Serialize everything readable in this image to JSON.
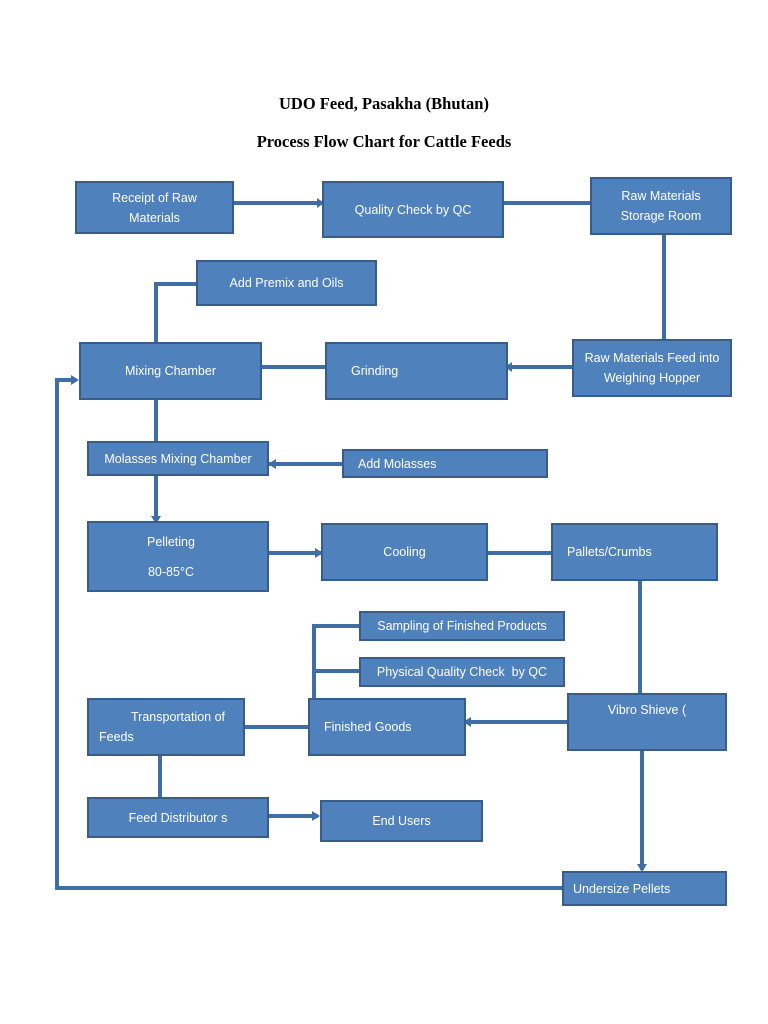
{
  "title": "UDO Feed, Pasakha (Bhutan)",
  "subtitle": "Process Flow Chart for Cattle Feeds",
  "colors": {
    "node_fill": "#4f81bd",
    "node_border": "#385d8a",
    "connector": "#3f6ea6",
    "node_text": "#ffffff"
  },
  "nodes": {
    "receipt": "Receipt of Raw Materials",
    "quality_check": "Quality Check by QC",
    "storage": "Raw Materials Storage Room",
    "premix": "Add Premix and Oils",
    "mixing": "Mixing Chamber",
    "grinding": "Grinding",
    "hopper": "Raw Materials Feed into Weighing Hopper",
    "molasses_mixing": "Molasses Mixing Chamber",
    "add_molasses": "Add Molasses",
    "pelleting": "Pelleting",
    "pelleting_temp": "80-85°C",
    "cooling": "Cooling",
    "pallets": "Pallets/Crumbs",
    "sampling": "Sampling of Finished Products",
    "physical_qc": "Physical Quality Check  by QC",
    "transport": "Transportation of Feeds",
    "finished": "Finished Goods",
    "vibro": "Vibro Shieve (",
    "distributor": "Feed Distributor s",
    "end_users": "End Users",
    "undersize": "Undersize Pellets"
  }
}
